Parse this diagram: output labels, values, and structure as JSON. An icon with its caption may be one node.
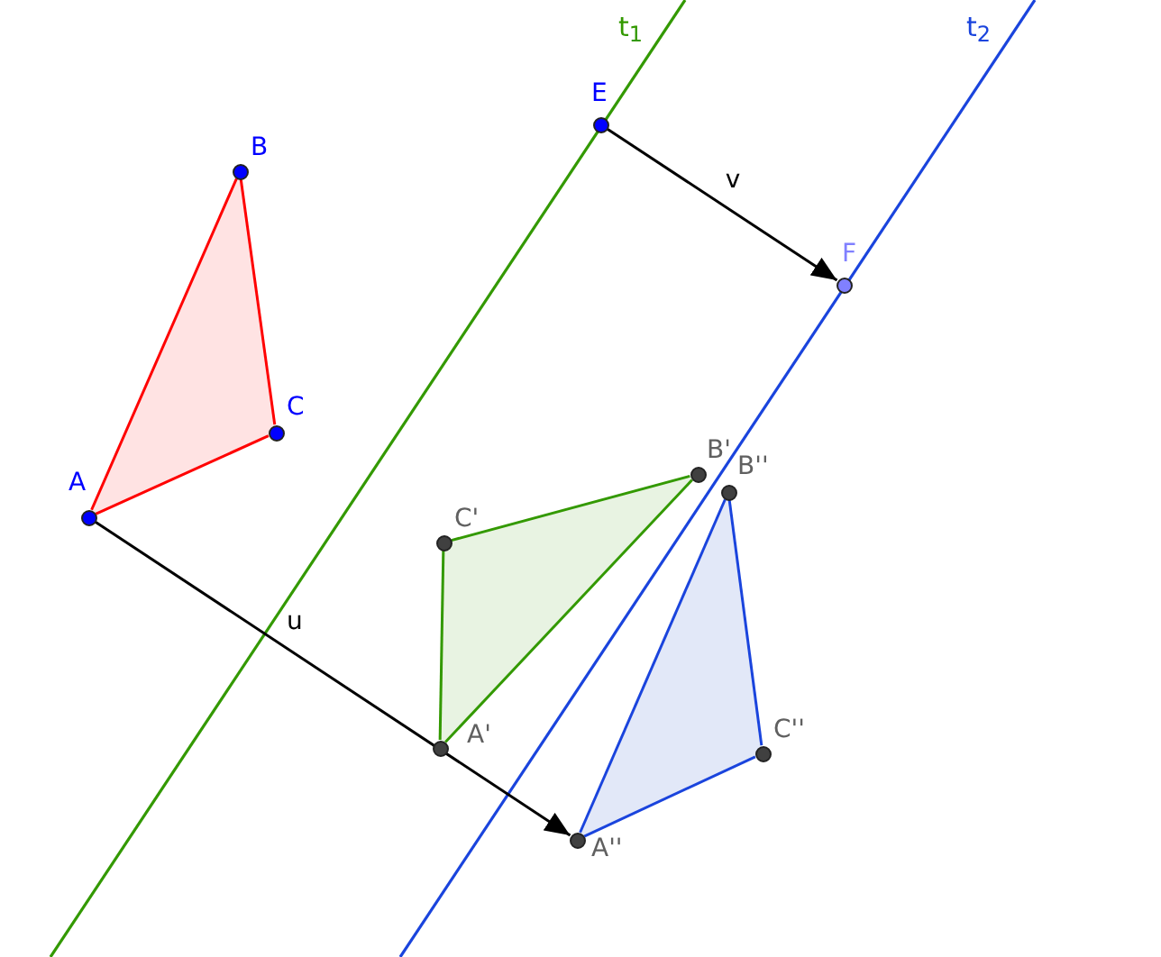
{
  "diagram": {
    "nodes": [
      {
        "text": [
          "A"
        ]
      },
      {
        "text": [
          "B"
        ]
      },
      {
        "text": [
          "C"
        ]
      },
      {
        "text": [
          "E"
        ]
      },
      {
        "text": [
          "F"
        ]
      },
      {
        "text": [
          "A'"
        ]
      },
      {
        "text": [
          "B'"
        ]
      },
      {
        "text": [
          "C'"
        ]
      },
      {
        "text": [
          "A''"
        ]
      },
      {
        "text": [
          "B''"
        ]
      },
      {
        "text": [
          "C''"
        ]
      }
    ],
    "edges": [
      {
        "from": 0,
        "to": 8,
        "arrow": "to",
        "label": "u",
        "color": "#000000"
      },
      {
        "from": 3,
        "to": 4,
        "arrow": "to",
        "label": "v",
        "color": "#000000"
      },
      {
        "from": 0,
        "to": 1,
        "arrow": "none",
        "color": "#ff0000"
      },
      {
        "from": 1,
        "to": 2,
        "arrow": "none",
        "color": "#ff0000"
      },
      {
        "from": 2,
        "to": 0,
        "arrow": "none",
        "color": "#ff0000"
      },
      {
        "from": 5,
        "to": 6,
        "arrow": "none",
        "color": "#339900"
      },
      {
        "from": 6,
        "to": 7,
        "arrow": "none",
        "color": "#339900"
      },
      {
        "from": 7,
        "to": 5,
        "arrow": "none",
        "color": "#339900"
      },
      {
        "from": 8,
        "to": 9,
        "arrow": "none",
        "color": "#1a44dd"
      },
      {
        "from": 9,
        "to": 10,
        "arrow": "none",
        "color": "#1a44dd"
      },
      {
        "from": 10,
        "to": 8,
        "arrow": "none",
        "color": "#1a44dd"
      }
    ],
    "labels": [
      "t$_{1}$",
      "t$_{2}$"
    ]
  }
}
